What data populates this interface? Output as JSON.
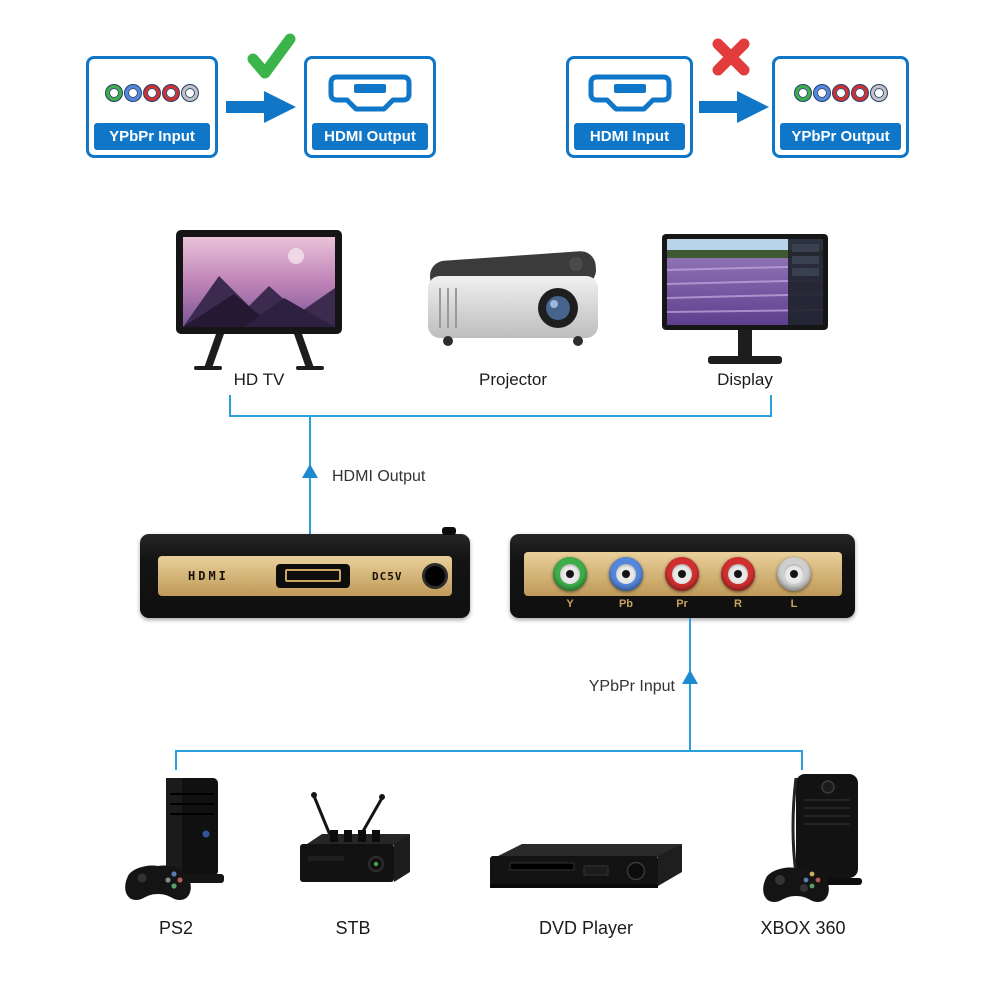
{
  "colors": {
    "accent_blue": "#1077c8",
    "line_blue": "#2aa0dc",
    "check_green": "#3bb54a",
    "cross_red": "#e23c3c",
    "panel_gold": "#d8b87e",
    "device_black": "#161616",
    "rca_jack_colors": [
      "#3fae49",
      "#5588dd",
      "#d03030",
      "#d03030",
      "#cfcfcf"
    ]
  },
  "icons": {
    "correct_mark": "check-icon",
    "wrong_mark": "x-icon",
    "flow_arrow": "right-arrow-icon",
    "source_connector": "ypbpr-connectors-icon",
    "target_connector": "hdmi-connector-icon"
  },
  "comparison": {
    "correct": {
      "source": "YPbPr Input",
      "target": "HDMI Output"
    },
    "wrong": {
      "source": "HDMI Input",
      "target": "YPbPr Output"
    }
  },
  "outputs": {
    "connection_label": "HDMI Output",
    "devices": [
      {
        "label": "HD TV"
      },
      {
        "label": "Projector"
      },
      {
        "label": "Display"
      }
    ]
  },
  "converter": {
    "back_panel": {
      "hdmi_port_label": "HDMI",
      "power_port_label": "DC5V"
    },
    "front_panel": {
      "port_labels": [
        "Y",
        "Pb",
        "Pr",
        "R",
        "L"
      ]
    }
  },
  "inputs": {
    "connection_label": "YPbPr Input",
    "devices": [
      {
        "label": "PS2"
      },
      {
        "label": "STB"
      },
      {
        "label": "DVD Player"
      },
      {
        "label": "XBOX 360"
      }
    ]
  }
}
